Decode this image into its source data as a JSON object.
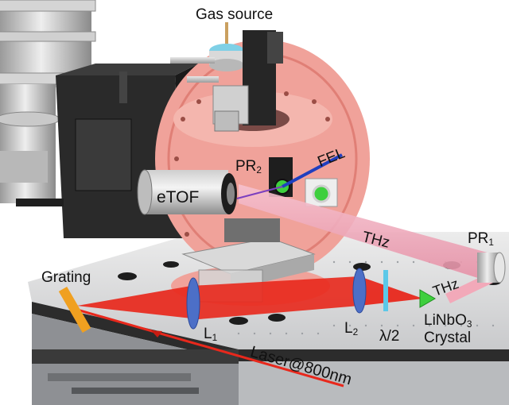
{
  "labels": {
    "gas_source": "Gas source",
    "pr2_main": "PR",
    "pr2_sub": "2",
    "fel": "FEL",
    "etof": "eTOF",
    "thz_upper": "THz",
    "pr1_main": "PR",
    "pr1_sub": "1",
    "thz_lower": "THz",
    "grating": "Grating",
    "l1_main": "L",
    "l1_sub": "1",
    "l2_main": "L",
    "l2_sub": "2",
    "half_wave": "λ/2",
    "crystal_line1_main": "LiNbO",
    "crystal_line1_sub": "3",
    "crystal_line2": "Crystal",
    "laser": "Laser@800nm"
  },
  "colors": {
    "flange": "#f0a29a",
    "thz_beam": "#f2a9b9",
    "laser_beam": "#e8281c",
    "lens": "#4c6fc7",
    "grating": "#f0a020",
    "waveplate": "#5cc8e8",
    "crystal": "#3ecf3e",
    "fel_beam": "#1f3fbf",
    "chamber": "#2a2a2a",
    "optical_table": "#d9dadc"
  }
}
